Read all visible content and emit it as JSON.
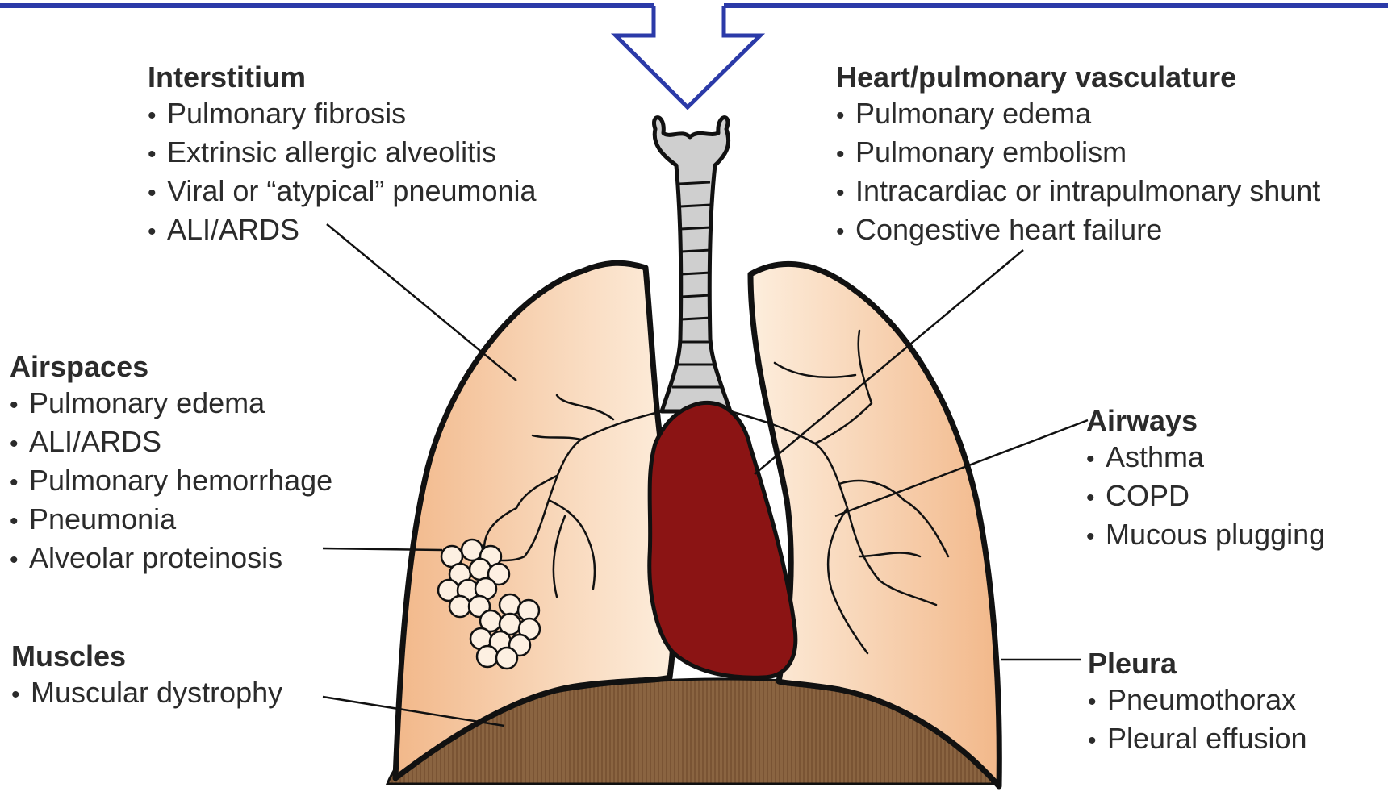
{
  "colors": {
    "frame_blue": "#2b3aa8",
    "lung_fill_light": "#fbe3cc",
    "lung_fill_dark": "#f2b88a",
    "heart": "#8b1414",
    "diaphragm": "#8a6441",
    "trachea": "#cfcfcf",
    "outline": "#111111",
    "text": "#2b2b2b"
  },
  "icons": {
    "arrow": "down-arrow-outline-icon"
  },
  "groups": {
    "interstitium": {
      "heading": "Interstitium",
      "items": [
        "Pulmonary fibrosis",
        "Extrinsic allergic alveolitis",
        "Viral or “atypical” pneumonia",
        "ALI/ARDS"
      ]
    },
    "heart": {
      "heading": "Heart/pulmonary vasculature",
      "items": [
        "Pulmonary edema",
        "Pulmonary embolism",
        "Intracardiac or intrapulmonary shunt",
        "Congestive heart failure"
      ]
    },
    "airspaces": {
      "heading": "Airspaces",
      "items": [
        "Pulmonary edema",
        "ALI/ARDS",
        "Pulmonary hemorrhage",
        "Pneumonia",
        "Alveolar proteinosis"
      ]
    },
    "airways": {
      "heading": "Airways",
      "items": [
        "Asthma",
        "COPD",
        "Mucous plugging"
      ]
    },
    "muscles": {
      "heading": "Muscles",
      "items": [
        "Muscular dystrophy"
      ]
    },
    "pleura": {
      "heading": "Pleura",
      "items": [
        "Pneumothorax",
        "Pleural effusion"
      ]
    }
  }
}
